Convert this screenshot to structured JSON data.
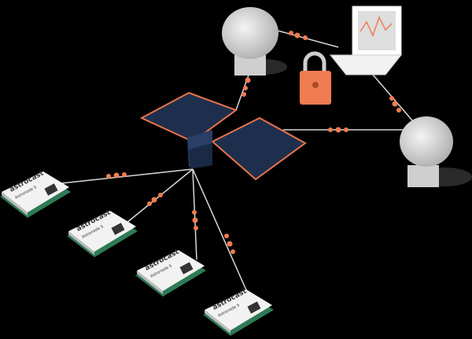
{
  "colors": {
    "background": "#000000",
    "accent": "#f07c52",
    "link": "#d9d9d9",
    "panel": "#1e2f4d",
    "frame": "#e8744a",
    "module": "#f2f2f2",
    "pcb": "#2f7a55"
  },
  "modules": [
    {
      "brand": "astrocast",
      "model": "Astronode S"
    },
    {
      "brand": "astrocast",
      "model": "Astronode S"
    },
    {
      "brand": "astrocast",
      "model": "Astronode S"
    },
    {
      "brand": "astrocast",
      "model": "Astronode S"
    }
  ]
}
